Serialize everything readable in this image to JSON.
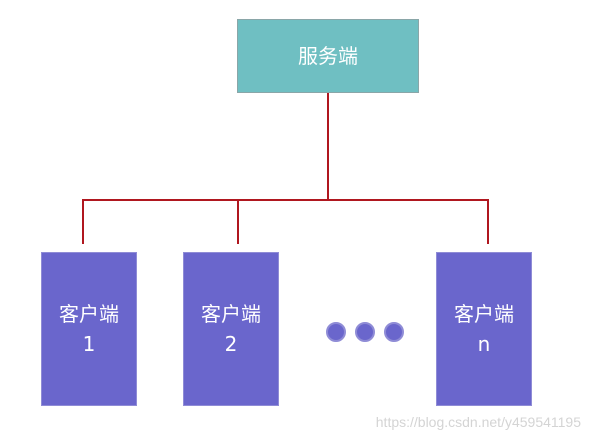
{
  "server": {
    "label": "服务端"
  },
  "clients": [
    {
      "label": "客户端",
      "index": "1"
    },
    {
      "label": "客户端",
      "index": "2"
    },
    {
      "label": "客户端",
      "index": "n"
    }
  ],
  "watermark": "https://blog.csdn.net/y459541195",
  "colors": {
    "server_fill": "#6fbfc2",
    "client_fill": "#6a66cc",
    "connector": "#b0171f",
    "text": "#ffffff"
  }
}
